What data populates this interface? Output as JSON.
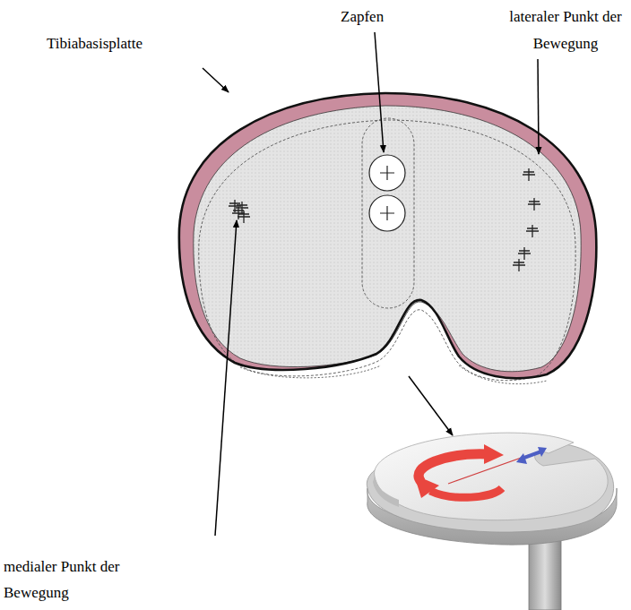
{
  "diagram": {
    "labels": [
      "Tibiabasisplatte",
      "Zapfen",
      "lateraler Punkt der Bewegung",
      "medialer Punkt der Bewegung"
    ]
  }
}
